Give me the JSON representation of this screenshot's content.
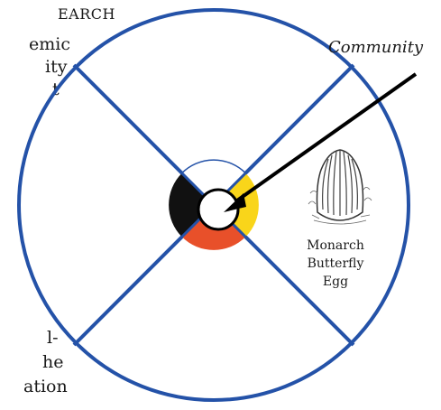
{
  "left_text": {
    "heading_fragment": "EARCH",
    "lines_top": [
      "emic",
      "ity",
      "t"
    ],
    "lines_bottom": [
      "l-",
      "he",
      "ation"
    ]
  },
  "diagram": {
    "community_label": "Community",
    "egg_label": "Monarch\nButterfly\nEgg"
  },
  "colors": {
    "circle_outline": "#2452a8",
    "quadrant_black": "#111111",
    "quadrant_yellow": "#f9d51a",
    "quadrant_red": "#e8502a",
    "quadrant_white": "#ffffff",
    "arrow": "#000000"
  },
  "icons": {
    "egg": "monarch-butterfly-egg-drawing"
  }
}
